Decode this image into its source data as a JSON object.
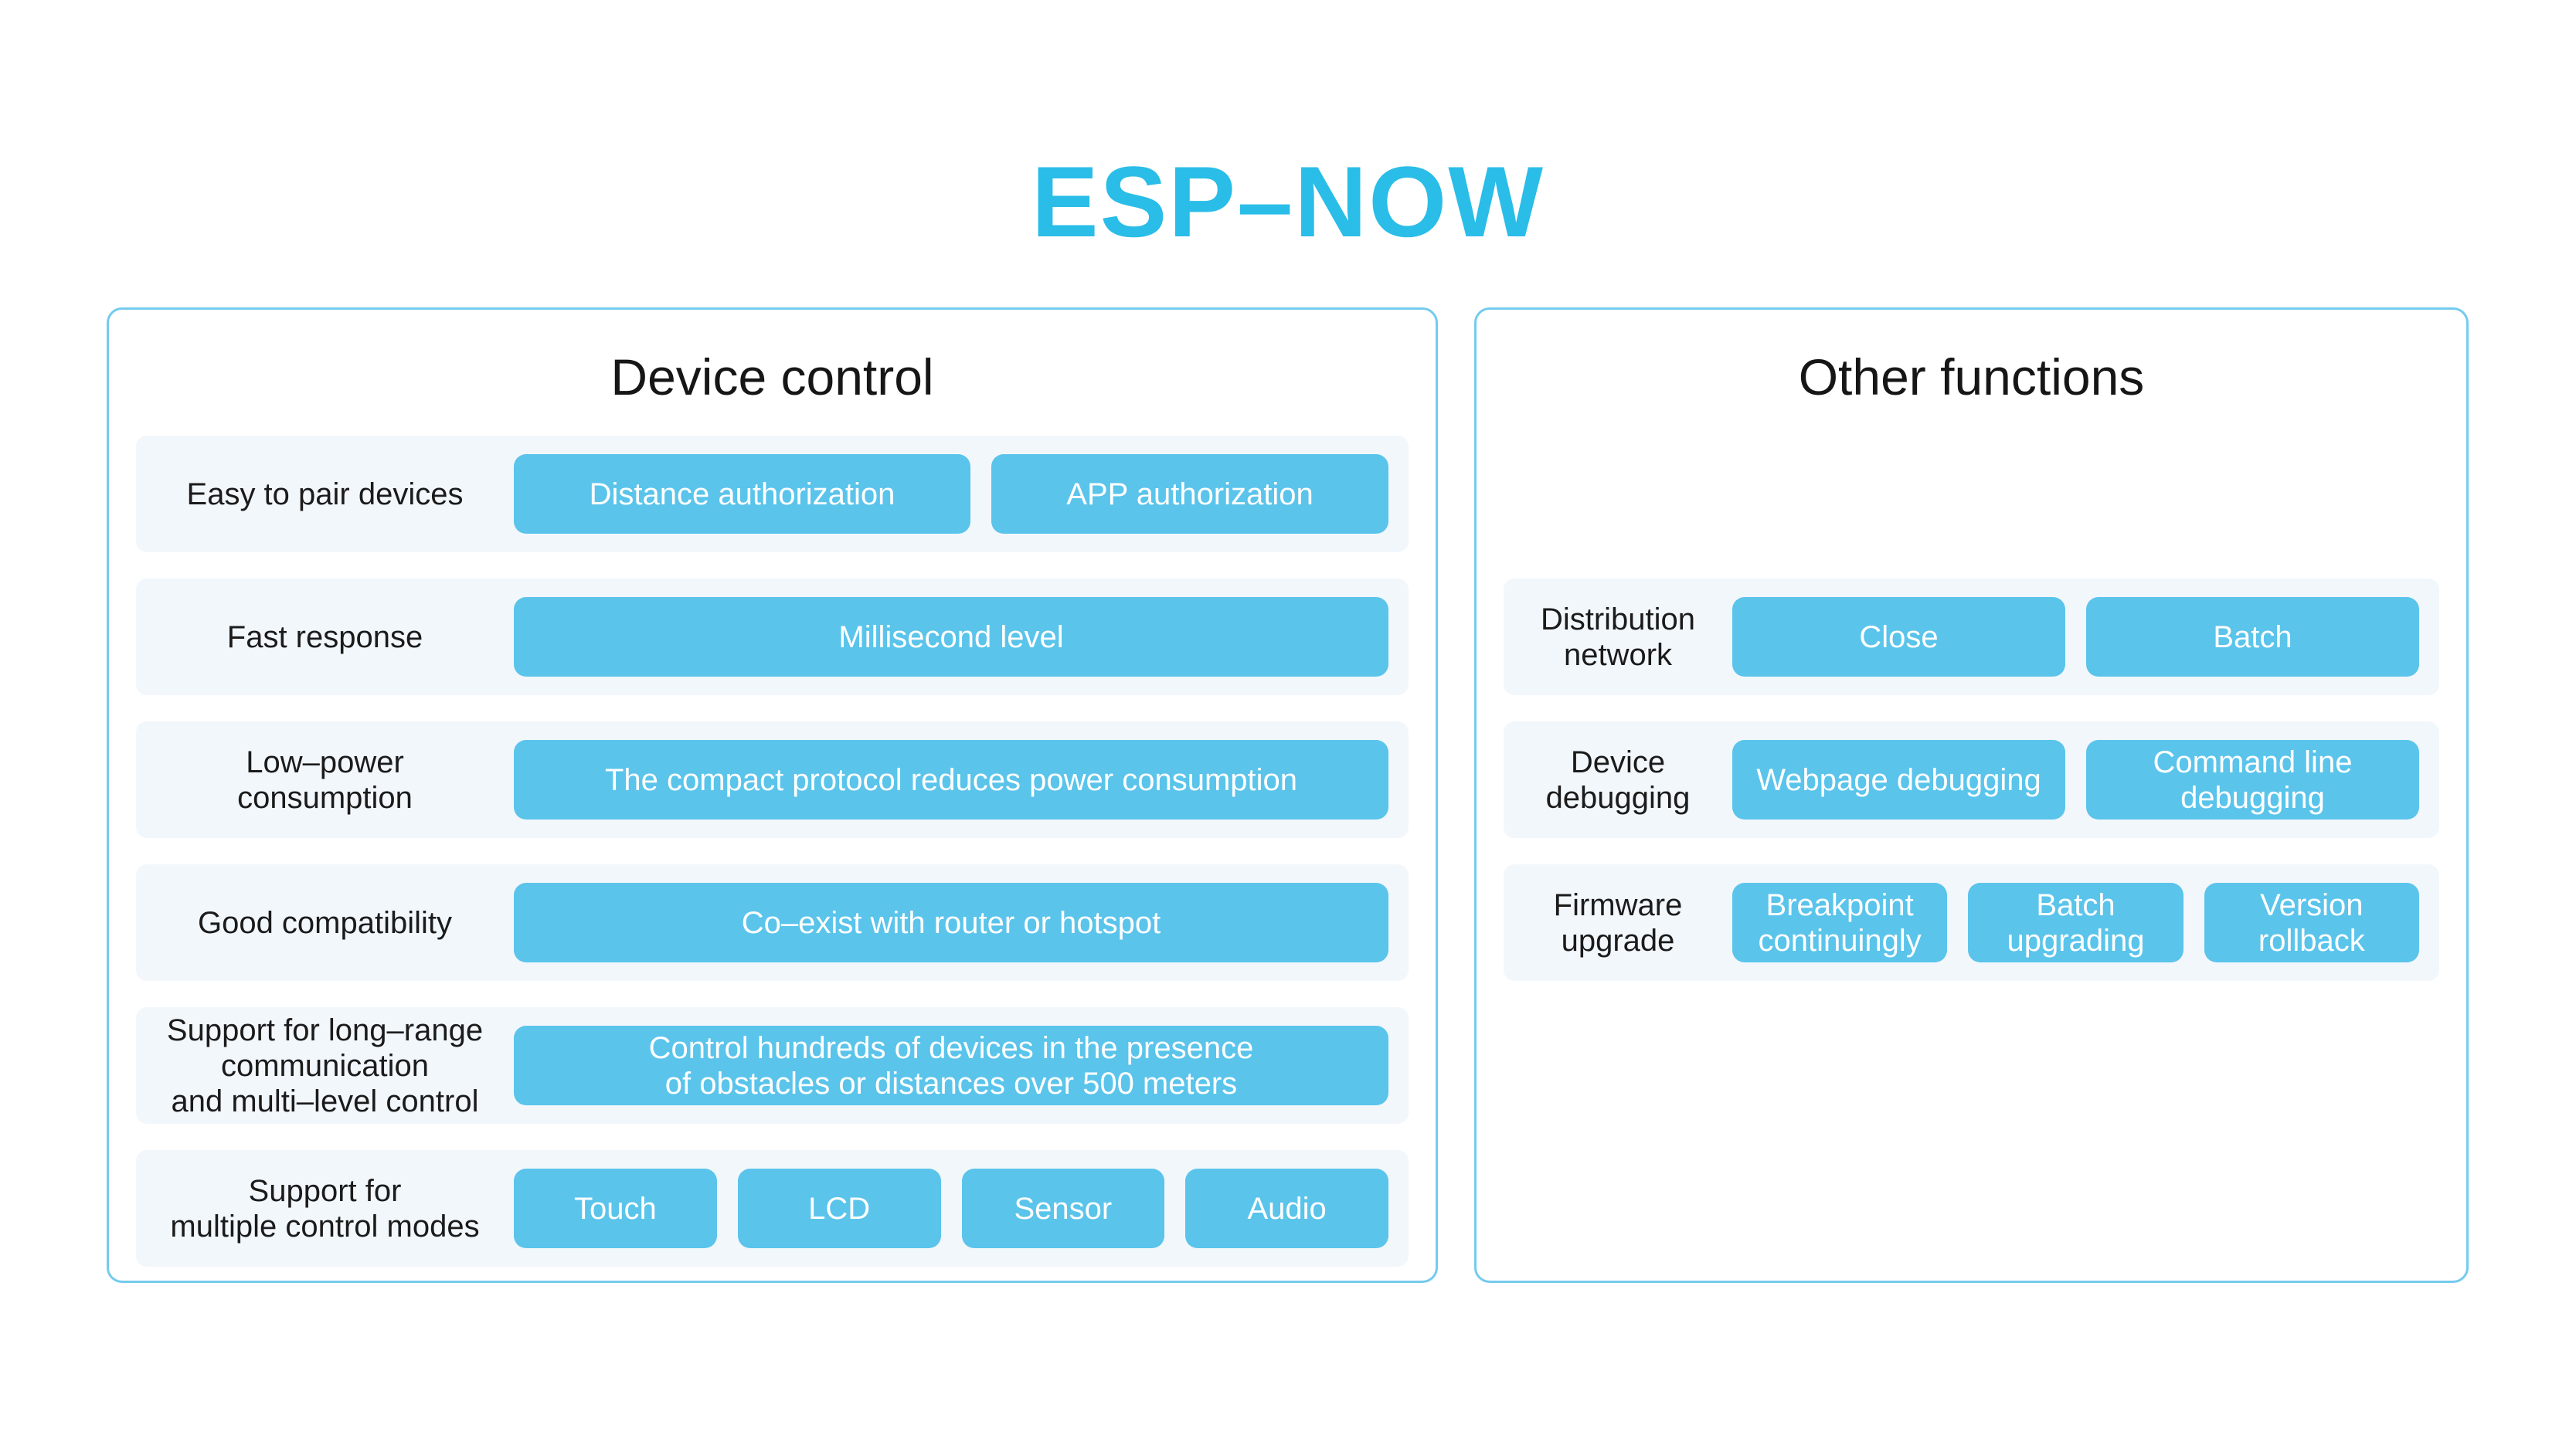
{
  "title": "ESP–NOW",
  "colors": {
    "title_cyan": "#29bde8",
    "chip_blue": "#5ac4eb",
    "panel_border": "#74cbee",
    "row_background": "#f2f7fc",
    "label_text": "#1b1b1b",
    "chip_text": "#ffffff"
  },
  "panels": [
    {
      "title": "Device control",
      "rows": [
        {
          "label": "Easy to pair devices",
          "buttons": [
            "Distance authorization",
            "APP authorization"
          ]
        },
        {
          "label": "Fast response",
          "buttons": [
            "Millisecond level"
          ]
        },
        {
          "label": "Low–power\nconsumption",
          "buttons": [
            "The compact protocol reduces power consumption"
          ]
        },
        {
          "label": "Good compatibility",
          "buttons": [
            "Co–exist with router or hotspot"
          ]
        },
        {
          "label": "Support for long–range\ncommunication\nand multi–level control",
          "buttons": [
            "Control hundreds of devices in the presence\nof obstacles or distances over 500 meters"
          ]
        },
        {
          "label": "Support for\nmultiple control modes",
          "buttons": [
            "Touch",
            "LCD",
            "Sensor",
            "Audio"
          ]
        }
      ]
    },
    {
      "title": "Other functions",
      "rows": [
        {
          "label": "Distribution\nnetwork",
          "buttons": [
            "Close",
            "Batch"
          ]
        },
        {
          "label": "Device\ndebugging",
          "buttons": [
            "Webpage debugging",
            "Command line\ndebugging"
          ]
        },
        {
          "label": "Firmware\nupgrade",
          "buttons": [
            "Breakpoint\ncontinuingly",
            "Batch\nupgrading",
            "Version\nrollback"
          ]
        }
      ]
    }
  ]
}
